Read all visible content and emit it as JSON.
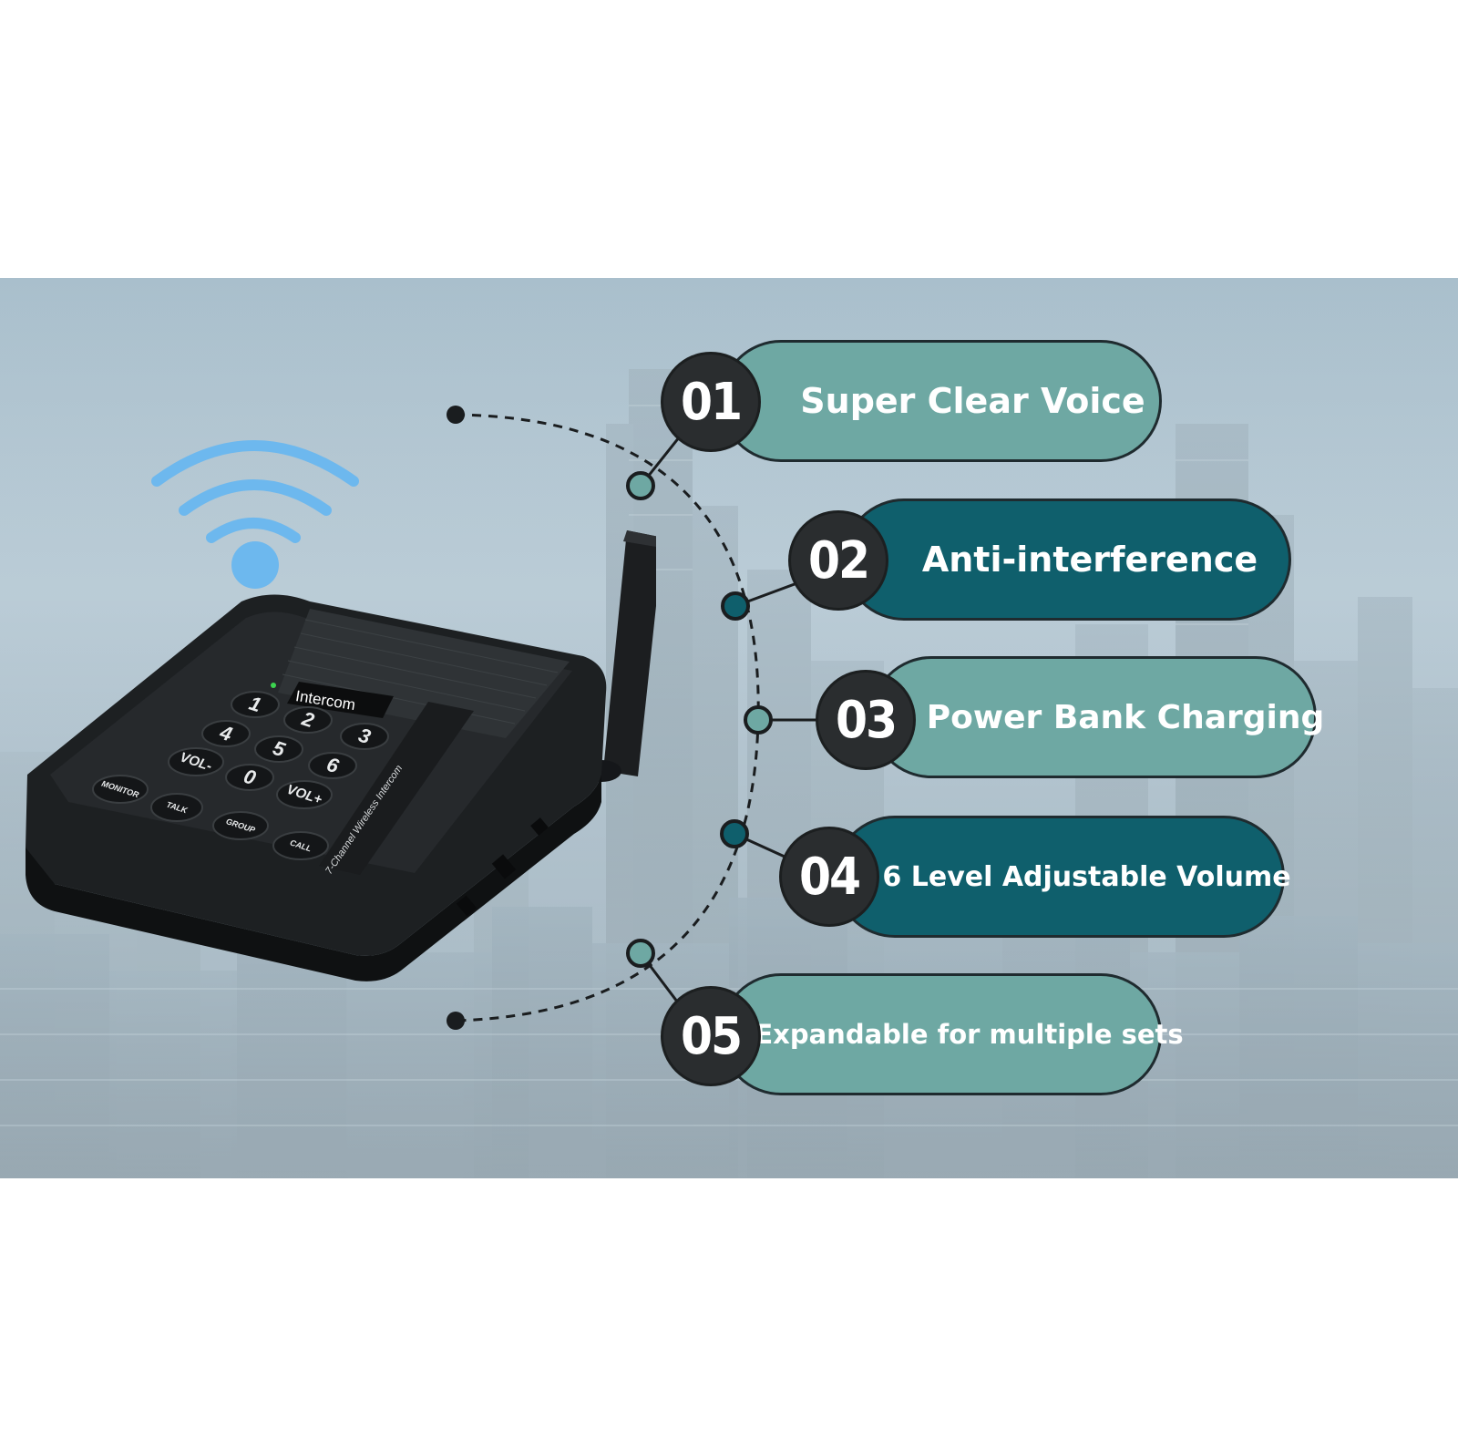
{
  "device": {
    "screen_label": "Intercom",
    "side_label": "7-Channel Wireless Intercom",
    "keys": [
      "1",
      "2",
      "3",
      "4",
      "5",
      "6",
      "VOL-",
      "0",
      "VOL+"
    ],
    "function_keys": [
      "MONITOR",
      "TALK",
      "GROUP",
      "CALL"
    ]
  },
  "features": [
    {
      "number": "01",
      "label": "Super Clear Voice"
    },
    {
      "number": "02",
      "label": "Anti-interference"
    },
    {
      "number": "03",
      "label": "Power Bank Charging"
    },
    {
      "number": "04",
      "label": "6 Level Adjustable Volume"
    },
    {
      "number": "05",
      "label": "Expandable for multiple sets"
    }
  ],
  "colors": {
    "pill_light": "#6ea8a3",
    "pill_dark": "#0f5f6c",
    "badge": "#2a2d2f",
    "wifi": "#6db8ee"
  },
  "icons": {
    "wifi": "wifi-icon"
  }
}
